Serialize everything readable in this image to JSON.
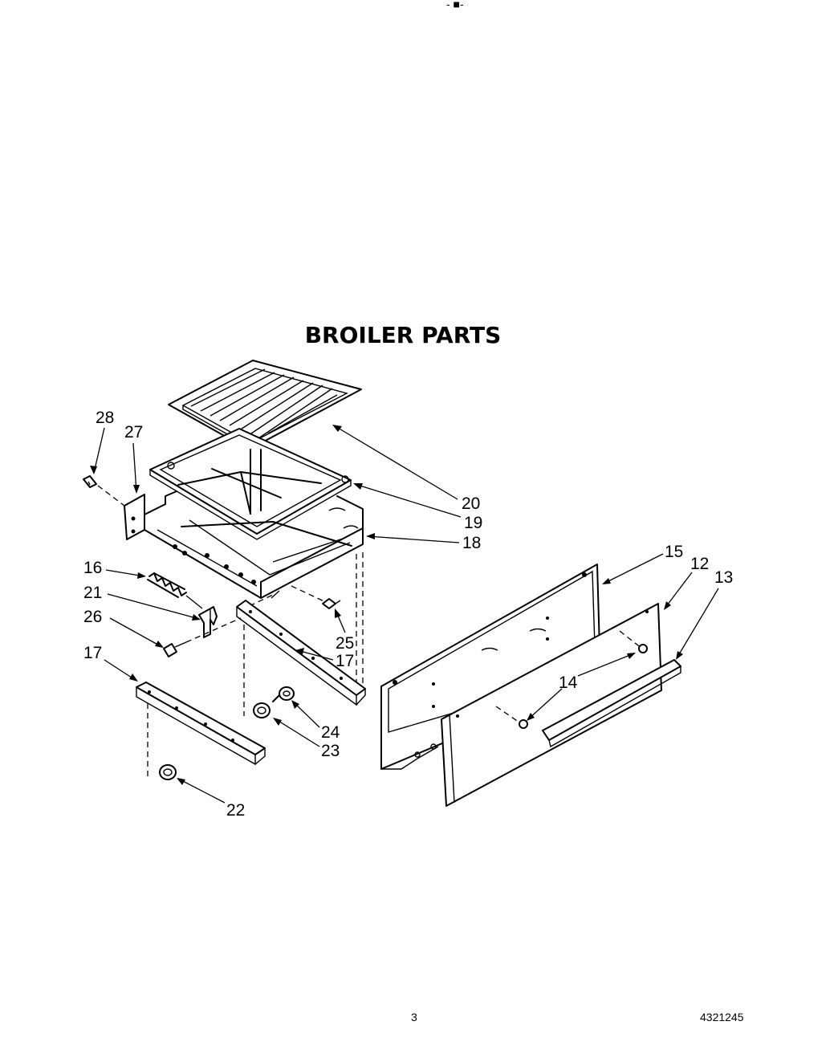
{
  "title": "BROILER PARTS",
  "footer": {
    "page_number": "3",
    "diagram_number": "4321245"
  },
  "top_mark": "- ■-",
  "callouts": [
    {
      "id": "c28",
      "label": "28",
      "part": "screw"
    },
    {
      "id": "c27",
      "label": "27",
      "part": "bracket"
    },
    {
      "id": "c20",
      "label": "20",
      "part": "broiler grid"
    },
    {
      "id": "c19",
      "label": "19",
      "part": "broiler pan"
    },
    {
      "id": "c18",
      "label": "18",
      "part": "broiler drawer"
    },
    {
      "id": "c16",
      "label": "16",
      "part": "spring"
    },
    {
      "id": "c21",
      "label": "21",
      "part": "latch"
    },
    {
      "id": "c26",
      "label": "26",
      "part": "screw"
    },
    {
      "id": "c25",
      "label": "25",
      "part": "stud"
    },
    {
      "id": "c17a",
      "label": "17",
      "part": "slide rail right"
    },
    {
      "id": "c17b",
      "label": "17",
      "part": "slide rail left"
    },
    {
      "id": "c24",
      "label": "24",
      "part": "roller"
    },
    {
      "id": "c23",
      "label": "23",
      "part": "roller"
    },
    {
      "id": "c22",
      "label": "22",
      "part": "roller"
    },
    {
      "id": "c15",
      "label": "15",
      "part": "drawer front inner panel"
    },
    {
      "id": "c12",
      "label": "12",
      "part": "drawer front outer panel"
    },
    {
      "id": "c13",
      "label": "13",
      "part": "handle"
    },
    {
      "id": "c14",
      "label": "14",
      "part": "handle spacer"
    }
  ]
}
